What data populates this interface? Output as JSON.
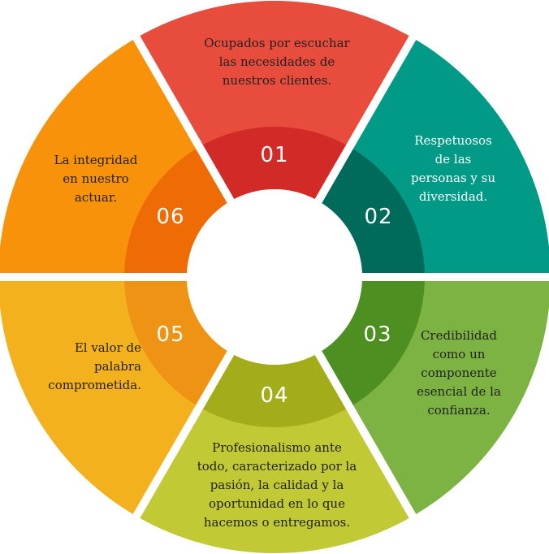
{
  "segments": [
    {
      "number": "01",
      "text": "Ocupados por escuchar\nlas necesidades de\nnuestros clientes.",
      "light": "#e84c3d",
      "dark": "#d22a26",
      "text_color": "#222222"
    },
    {
      "number": "02",
      "text": "Respetuosos\nde las\npersonas y su\ndiversidad.",
      "light": "#009a87",
      "dark": "#006b5a",
      "text_color": "#ffffff"
    },
    {
      "number": "03",
      "text": "Credibilidad\ncomo un\ncomponente\nesencial de la\nconfianza.",
      "light": "#7cb342",
      "dark": "#4e8f22",
      "text_color": "#222222"
    },
    {
      "number": "04",
      "text": "Profesionalismo ante\ntodo, caracterizado por la\npasión, la calidad y la\noportunidad en lo que\nhacemos o entregamos.",
      "light": "#c1c934",
      "dark": "#a3ad1a",
      "text_color": "#222222"
    },
    {
      "number": "05",
      "text": "El valor de\npalabra\ncomprometida.",
      "light": "#f4b11e",
      "dark": "#ee9314",
      "text_color": "#222222"
    },
    {
      "number": "06",
      "text": "La integridad\nen nuestro\nactuar.",
      "light": "#f7920a",
      "dark": "#ef6b05",
      "text_color": "#222222"
    }
  ]
}
